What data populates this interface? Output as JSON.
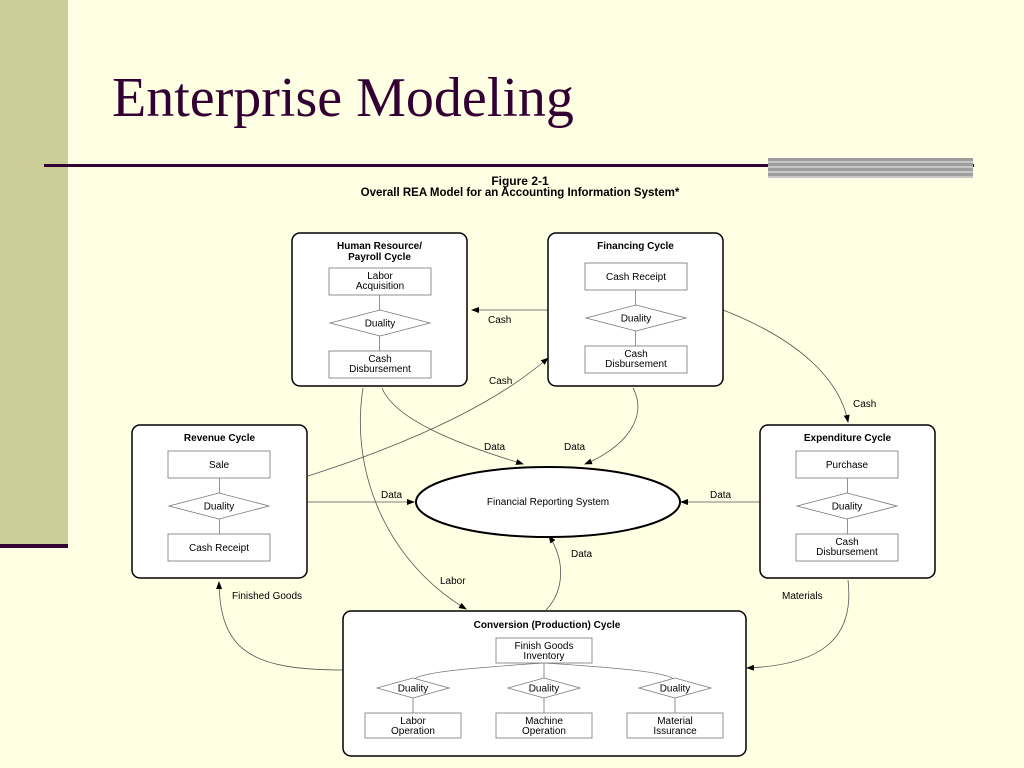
{
  "slide": {
    "title": "Enterprise Modeling"
  },
  "figure": {
    "label": "Figure 2-1",
    "caption": "Overall REA Model for an Accounting Information System*"
  },
  "cycles": {
    "hr": {
      "title_line1": "Human Resource/",
      "title_line2": "Payroll Cycle",
      "top_line1": "Labor",
      "top_line2": "Acquisition",
      "duality": "Duality",
      "bottom_line1": "Cash",
      "bottom_line2": "Disbursement"
    },
    "financing": {
      "title": "Financing Cycle",
      "top": "Cash Receipt",
      "duality": "Duality",
      "bottom_line1": "Cash",
      "bottom_line2": "Disbursement"
    },
    "revenue": {
      "title": "Revenue Cycle",
      "top": "Sale",
      "duality": "Duality",
      "bottom": "Cash Receipt"
    },
    "expenditure": {
      "title": "Expenditure Cycle",
      "top": "Purchase",
      "duality": "Duality",
      "bottom_line1": "Cash",
      "bottom_line2": "Disbursement"
    },
    "conversion": {
      "title": "Conversion (Production) Cycle",
      "top_line1": "Finish Goods",
      "top_line2": "Inventory",
      "duality_left": "Duality",
      "duality_mid": "Duality",
      "duality_right": "Duality",
      "left_line1": "Labor",
      "left_line2": "Operation",
      "mid_line1": "Machine",
      "mid_line2": "Operation",
      "right_line1": "Material",
      "right_line2": "Issurance"
    }
  },
  "center": {
    "label": "Financial Reporting System"
  },
  "flows": {
    "cash_fin_to_hr": "Cash",
    "cash_rev_to_fin": "Cash",
    "cash_fin_to_exp": "Cash",
    "data_hr": "Data",
    "data_fin": "Data",
    "data_rev": "Data",
    "data_exp": "Data",
    "data_conv": "Data",
    "labor": "Labor",
    "finished_goods": "Finished Goods",
    "materials": "Materials"
  }
}
